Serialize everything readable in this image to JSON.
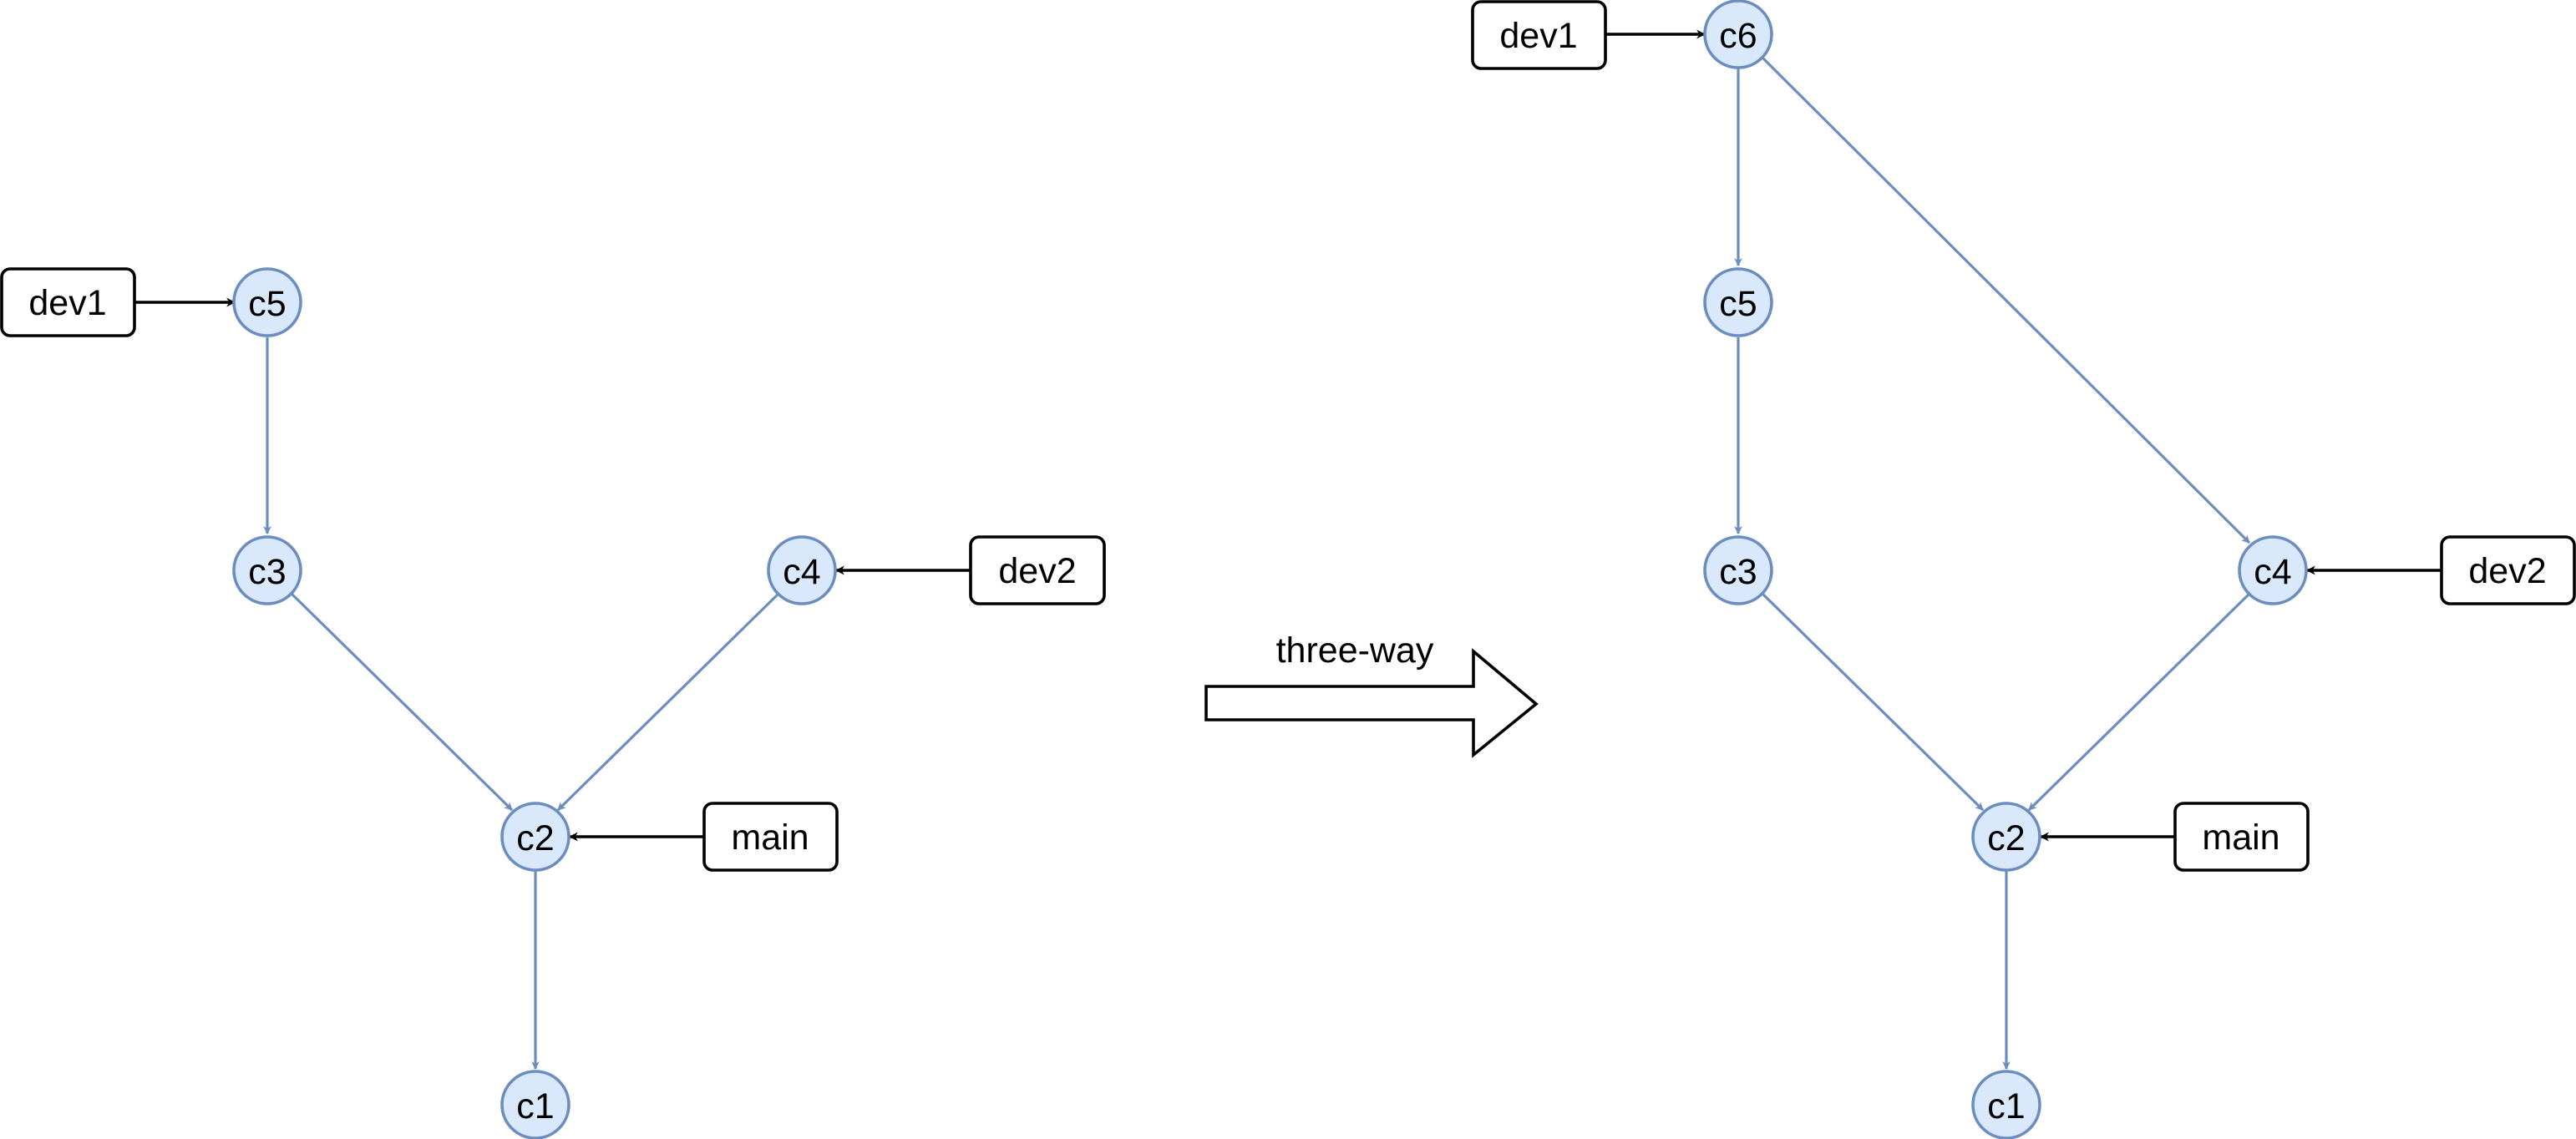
{
  "colors": {
    "commit_fill": "#dae8fc",
    "commit_stroke": "#6c8ebf",
    "ref_stroke": "#000000"
  },
  "operation": {
    "label": "three-way"
  },
  "before": {
    "commits": {
      "c1": "c1",
      "c2": "c2",
      "c3": "c3",
      "c4": "c4",
      "c5": "c5"
    },
    "branches": {
      "dev1": "dev1",
      "dev2": "dev2",
      "main": "main"
    },
    "parent_edges": [
      [
        "c5",
        "c3"
      ],
      [
        "c3",
        "c2"
      ],
      [
        "c4",
        "c2"
      ],
      [
        "c2",
        "c1"
      ]
    ],
    "branch_refs": [
      [
        "dev1",
        "c5"
      ],
      [
        "dev2",
        "c4"
      ],
      [
        "main",
        "c2"
      ]
    ]
  },
  "after": {
    "commits": {
      "c1": "c1",
      "c2": "c2",
      "c3": "c3",
      "c4": "c4",
      "c5": "c5",
      "c6": "c6"
    },
    "branches": {
      "dev1": "dev1",
      "dev2": "dev2",
      "main": "main"
    },
    "parent_edges": [
      [
        "c6",
        "c5"
      ],
      [
        "c6",
        "c4"
      ],
      [
        "c5",
        "c3"
      ],
      [
        "c3",
        "c2"
      ],
      [
        "c4",
        "c2"
      ],
      [
        "c2",
        "c1"
      ]
    ],
    "branch_refs": [
      [
        "dev1",
        "c6"
      ],
      [
        "dev2",
        "c4"
      ],
      [
        "main",
        "c2"
      ]
    ]
  }
}
